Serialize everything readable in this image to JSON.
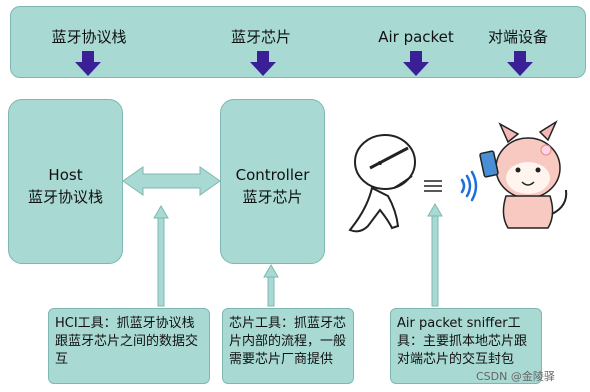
{
  "top_bar": {
    "labels": [
      "蓝牙协议栈",
      "蓝牙芯片",
      "Air packet",
      "对端设备"
    ]
  },
  "host_box": {
    "title": "Host",
    "subtitle": "蓝牙协议栈"
  },
  "controller_box": {
    "title": "Controller",
    "subtitle": "蓝牙芯片"
  },
  "notes": {
    "hci": "HCI工具：抓蓝牙协议栈跟蓝牙芯片之间的数据交互",
    "chip": "芯片工具：抓蓝牙芯片内部的流程，一般需要芯片厂商提供",
    "sniffer": "Air packet sniffer工具：主要抓本地芯片跟对端芯片的交互封包"
  },
  "watermark": "CSDN @金陵驿",
  "colors": {
    "box_fill": "#a9d9d3",
    "box_border": "#7fb7b3",
    "down_arrow": "#3a1f96",
    "connector": "#a9d9d3"
  }
}
